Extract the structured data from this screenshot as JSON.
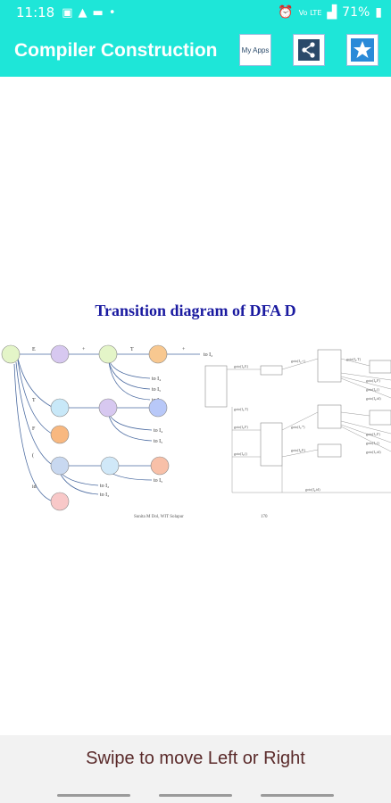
{
  "status_bar": {
    "time": "11:18",
    "network": "Vo LTE",
    "battery": "71%"
  },
  "app_bar": {
    "title": "Compiler Construction",
    "my_apps_label": "My Apps",
    "share_icon": "share-icon",
    "star_icon": "star-icon"
  },
  "slide": {
    "title": "Transition diagram of DFA D",
    "footer_author": "Sunita M Dol, WIT Solapur",
    "footer_page": "170"
  },
  "bottom_hint": "Swipe to move Left or Right"
}
